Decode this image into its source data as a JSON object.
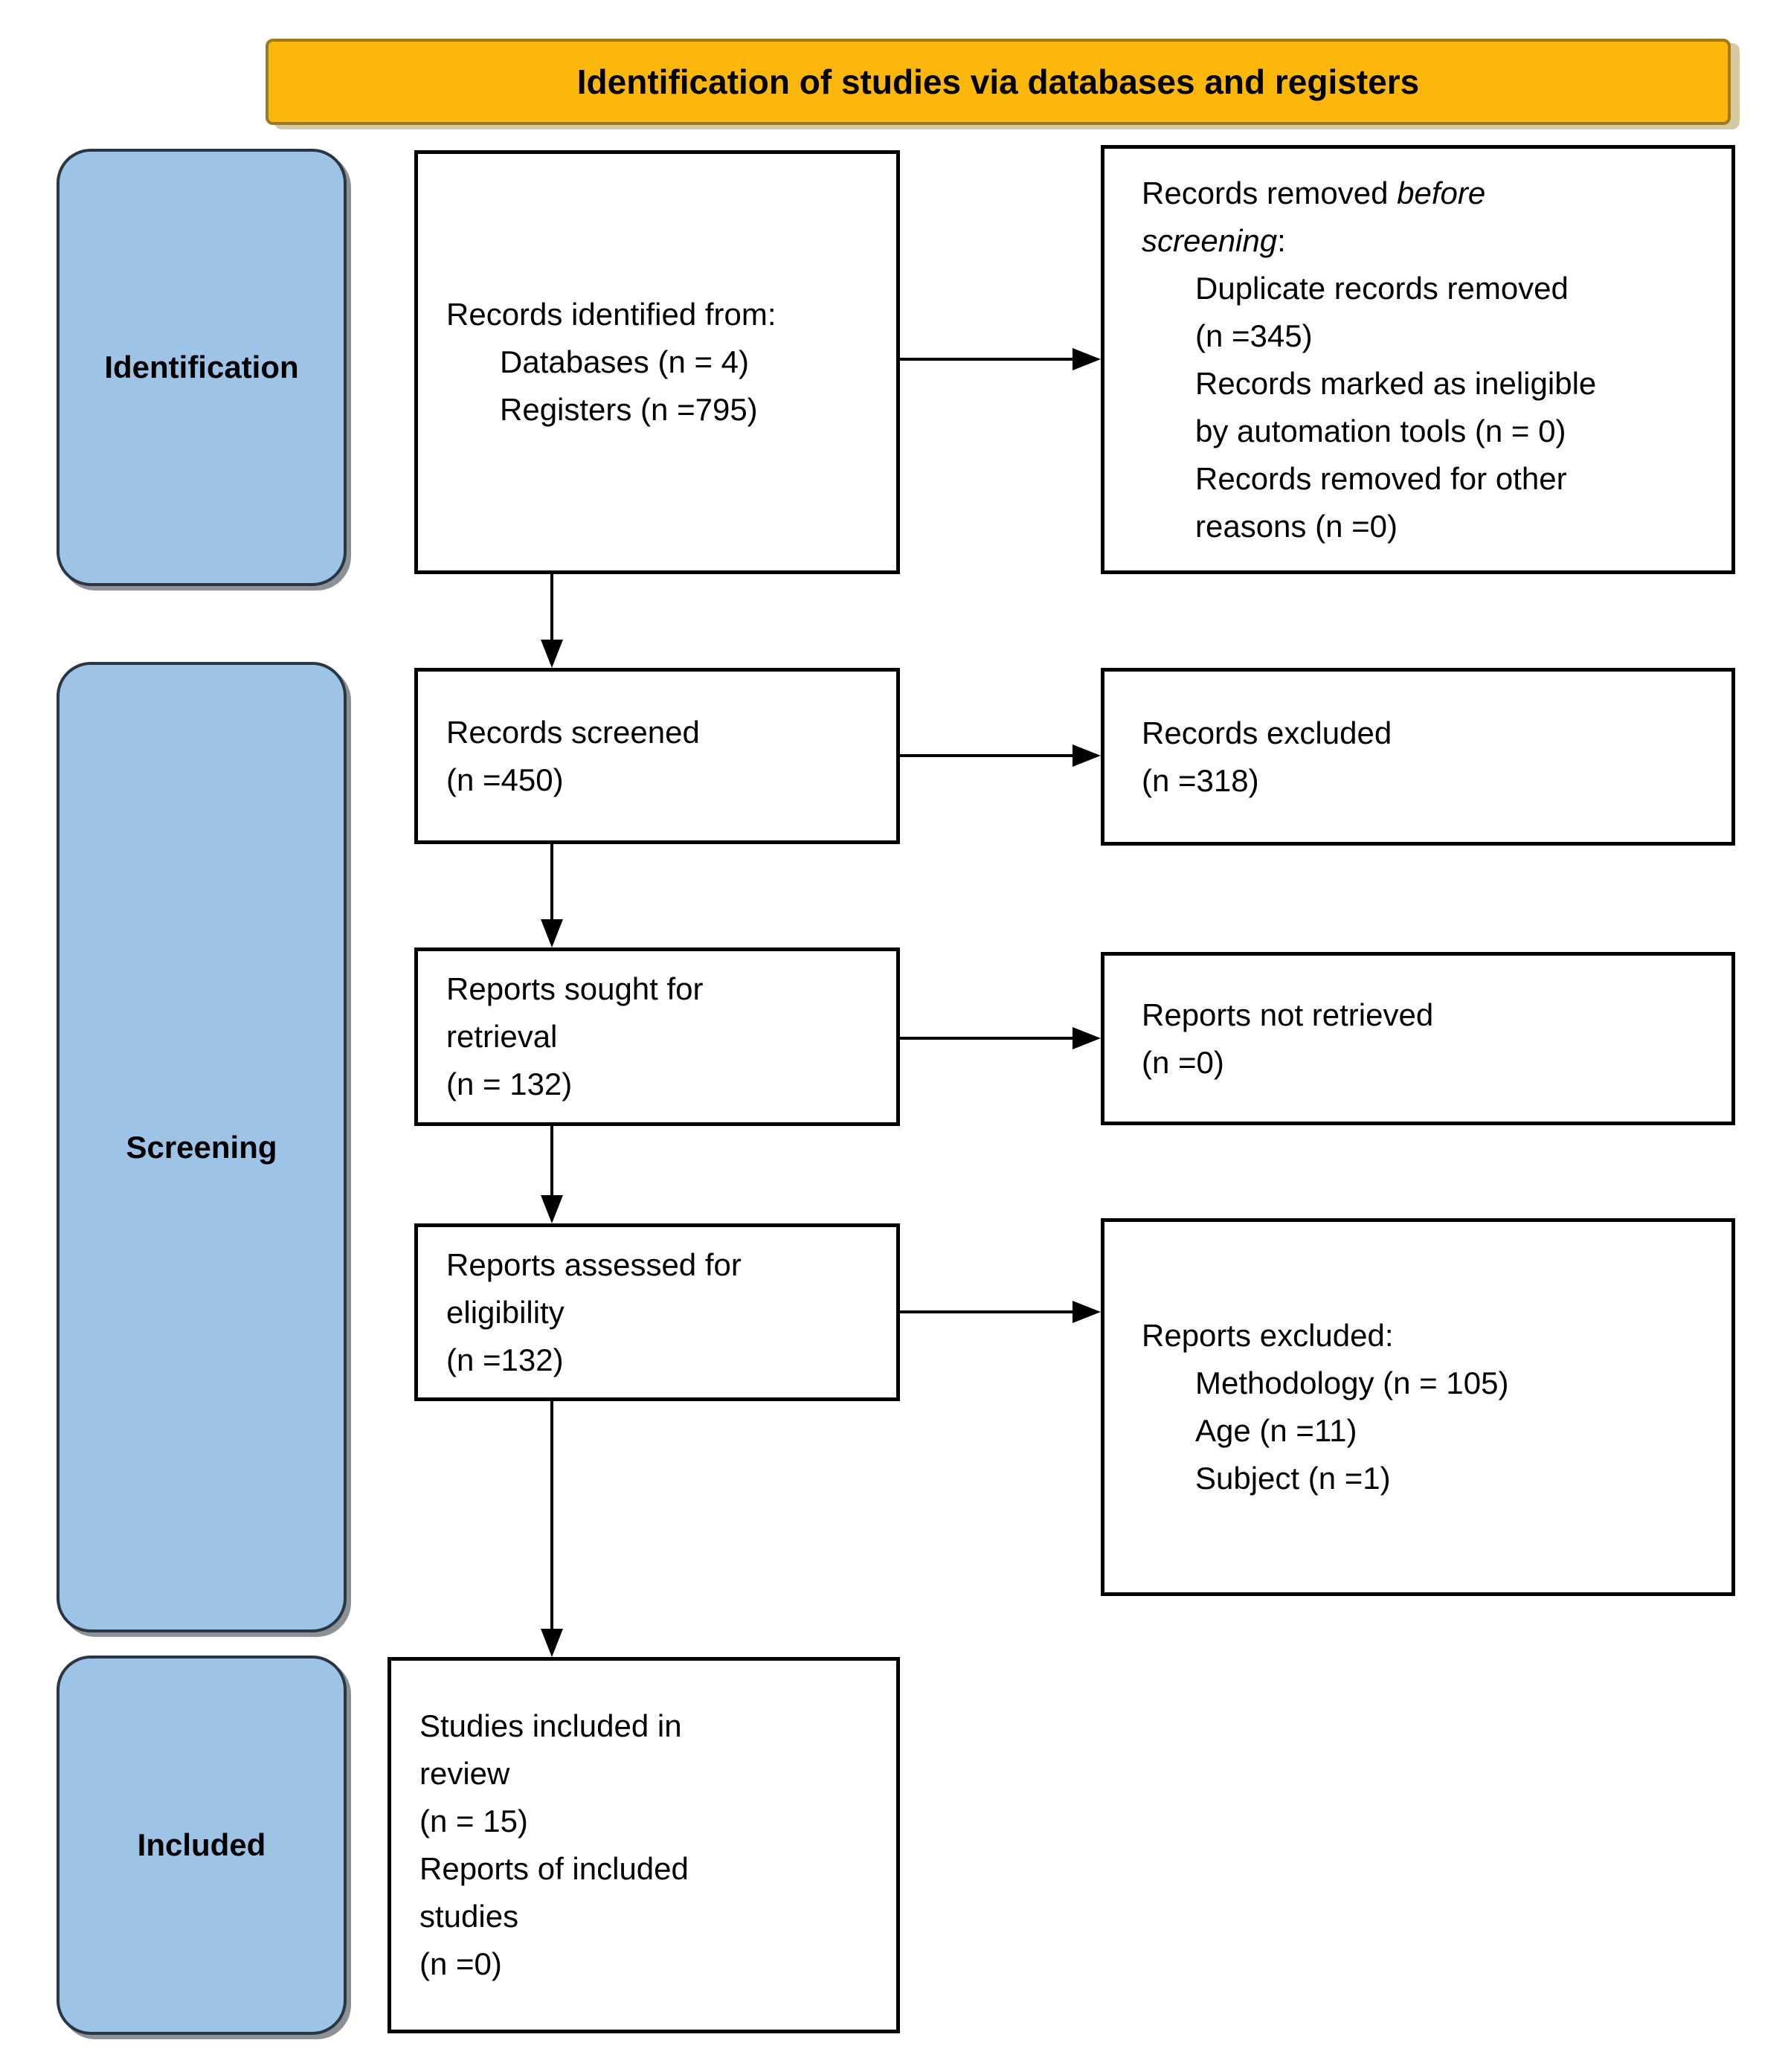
{
  "title": "Identification of studies via databases and registers",
  "colors": {
    "title_fill": "#FCB70D",
    "title_border": "#9C7B1E",
    "title_shadow": "#D5C9A1",
    "stage_fill": "#9DC3E6",
    "stage_border": "#2A3643",
    "stage_shadow": "#8C9196",
    "box_border": "#000000",
    "line_color": "#000000"
  },
  "stages": {
    "identification": "Identification",
    "screening": "Screening",
    "included": "Included"
  },
  "flow": {
    "records_identified": {
      "line1": "Records identified from:",
      "line2": "Databases (n = 4)",
      "line3": "Registers (n =795)"
    },
    "records_screened": {
      "line1": "Records screened",
      "line2": "(n =450)"
    },
    "reports_sought": {
      "line1": "Reports sought for",
      "line2": "retrieval",
      "line3": "(n = 132)"
    },
    "reports_assessed": {
      "line1": "Reports assessed for",
      "line2": "eligibility",
      "line3": "(n =132)"
    },
    "studies_included": {
      "line1": "Studies included in",
      "line2": "review",
      "line3": "(n = 15)",
      "line4": "Reports of included",
      "line5": "studies",
      "line6": "(n =0)"
    }
  },
  "side": {
    "records_removed": {
      "line1_regular": "Records removed ",
      "line1_italic": "before",
      "line2_italic": "screening",
      "line2_regular": ":",
      "item1a": "Duplicate records removed",
      "item1b": "(n =345)",
      "item2a": "Records marked as ineligible",
      "item2b": "by automation tools (n = 0)",
      "item3a": "Records removed for other",
      "item3b": "reasons (n =0)"
    },
    "records_excluded": {
      "line1": "Records excluded",
      "line2": "(n =318)"
    },
    "reports_not_retrieved": {
      "line1": "Reports not retrieved",
      "line2": "(n =0)"
    },
    "reports_excluded": {
      "line1": "Reports excluded:",
      "item1": "Methodology (n = 105)",
      "item2": "Age (n =11)",
      "item3": "Subject (n =1)"
    }
  }
}
